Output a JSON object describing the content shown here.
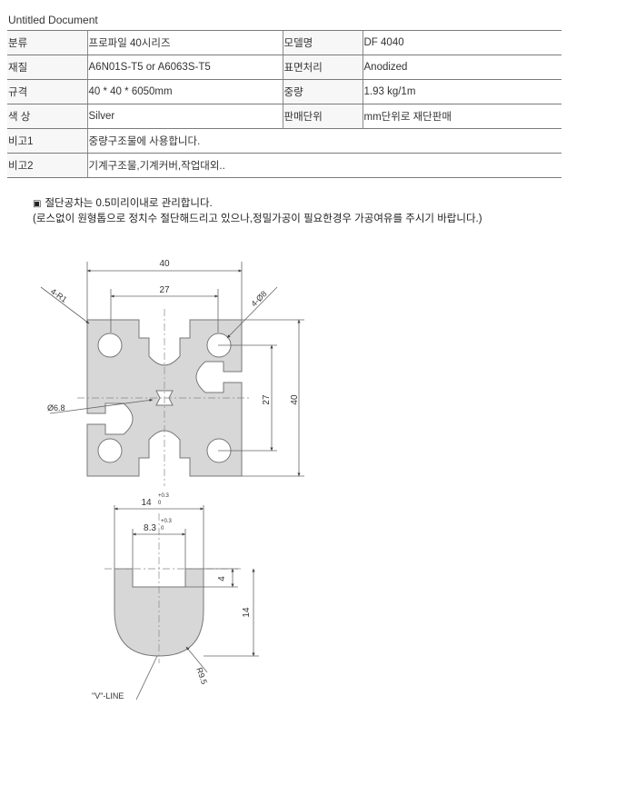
{
  "document": {
    "title": "Untitled Document"
  },
  "spec_table": {
    "rows": [
      [
        "분류",
        "프로파일 40시리즈",
        "모델명",
        "DF 4040"
      ],
      [
        "재질",
        "A6N01S-T5 or A6063S-T5",
        "표면처리",
        "Anodized"
      ],
      [
        "규격",
        "40 * 40 * 6050mm",
        "중량",
        "1.93 kg/1m"
      ],
      [
        "색 상",
        "Silver",
        "판매단위",
        "mm단위로 재단판매"
      ],
      [
        "비고1",
        "중량구조물에 사용합니다."
      ],
      [
        "비고2",
        "기계구조물,기계커버,작업대외.."
      ]
    ]
  },
  "notes": {
    "mark": "▣",
    "line1": "절단공차는 0.5미리이내로 관리합니다.",
    "line2": "(로스없이 원형톱으로 정치수 절단해드리고 있으나,정밀가공이 필요한경우 가공여유를 주시기 바랍니다.)"
  },
  "drawing_profile": {
    "dim_width": "40",
    "dim_inner": "27",
    "dim_radius": "4-R1",
    "dim_hole": "4-Ø8",
    "dim_center": "Ø6.8",
    "dim_height_inner": "27",
    "dim_height": "40"
  },
  "drawing_slot": {
    "dim_top": "14",
    "tol_top": "+0.3",
    "tol_bottom_top": "0",
    "dim_inner": "8.3",
    "tol_inner": "+0.3",
    "tol_bottom_inner": "0",
    "dim_depth": "4",
    "dim_height": "14",
    "dim_radius": "R9.5",
    "vline_label": "\"V\"-LINE"
  },
  "colors": {
    "profile_fill": "#d6d6d6",
    "line": "#666666",
    "border": "#7a7a7a"
  }
}
